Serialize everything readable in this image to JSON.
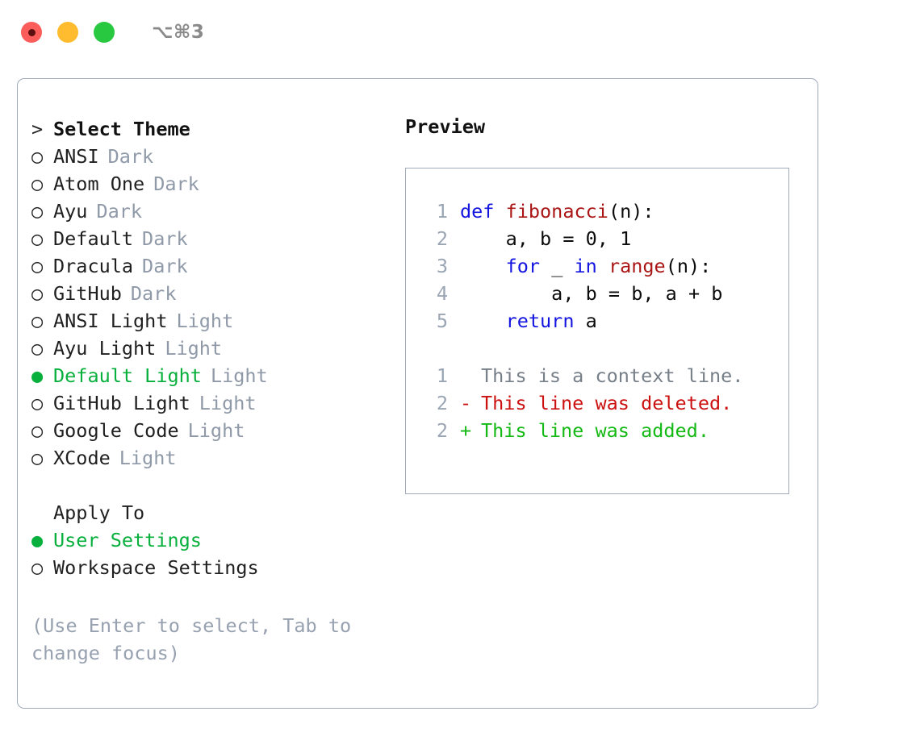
{
  "window": {
    "shortcut": "⌥⌘3",
    "traffic_lights": [
      "close",
      "minimize",
      "zoom"
    ],
    "accent_green": "#07b03c",
    "muted_gray": "#8f99a8",
    "border_color": "#9fabba"
  },
  "theme_picker": {
    "header_prefix": ">",
    "header_label": "Select Theme",
    "marker_unselected": "○",
    "marker_selected": "●",
    "themes": [
      {
        "name": "ANSI",
        "variant": "Dark",
        "selected": false
      },
      {
        "name": "Atom One",
        "variant": "Dark",
        "selected": false
      },
      {
        "name": "Ayu",
        "variant": "Dark",
        "selected": false
      },
      {
        "name": "Default",
        "variant": "Dark",
        "selected": false
      },
      {
        "name": "Dracula",
        "variant": "Dark",
        "selected": false
      },
      {
        "name": "GitHub",
        "variant": "Dark",
        "selected": false
      },
      {
        "name": "ANSI Light",
        "variant": "Light",
        "selected": false
      },
      {
        "name": "Ayu Light",
        "variant": "Light",
        "selected": false
      },
      {
        "name": "Default Light",
        "variant": "Light",
        "selected": true
      },
      {
        "name": "GitHub Light",
        "variant": "Light",
        "selected": false
      },
      {
        "name": "Google Code",
        "variant": "Light",
        "selected": false
      },
      {
        "name": "XCode",
        "variant": "Light",
        "selected": false
      }
    ]
  },
  "apply_to": {
    "section_label": "Apply To",
    "options": [
      {
        "label": "User Settings",
        "selected": true
      },
      {
        "label": "Workspace Settings",
        "selected": false
      }
    ]
  },
  "hint": {
    "line1": "(Use Enter to select, Tab to",
    "line2": "change focus)"
  },
  "preview": {
    "title": "Preview",
    "code_lines": [
      {
        "no": "1",
        "tokens": [
          {
            "t": "def ",
            "c": "kw"
          },
          {
            "t": "fibonacci",
            "c": "fn"
          },
          {
            "t": "(n):",
            "c": ""
          }
        ]
      },
      {
        "no": "2",
        "tokens": [
          {
            "t": "    a, b = 0, 1",
            "c": ""
          }
        ]
      },
      {
        "no": "3",
        "tokens": [
          {
            "t": "    ",
            "c": ""
          },
          {
            "t": "for",
            "c": "kw"
          },
          {
            "t": " _ ",
            "c": ""
          },
          {
            "t": "in",
            "c": "kw"
          },
          {
            "t": " ",
            "c": ""
          },
          {
            "t": "range",
            "c": "fn"
          },
          {
            "t": "(n):",
            "c": ""
          }
        ]
      },
      {
        "no": "4",
        "tokens": [
          {
            "t": "        a, b = b, a + b",
            "c": ""
          }
        ]
      },
      {
        "no": "5",
        "tokens": [
          {
            "t": "    ",
            "c": ""
          },
          {
            "t": "return",
            "c": "kw"
          },
          {
            "t": " a",
            "c": ""
          }
        ]
      }
    ],
    "diff_lines": [
      {
        "no": "1",
        "sign": " ",
        "text": "This is a context line.",
        "kind": "ctx"
      },
      {
        "no": "2",
        "sign": "-",
        "text": "This line was deleted.",
        "kind": "del"
      },
      {
        "no": "2",
        "sign": "+",
        "text": "This line was added.",
        "kind": "add"
      }
    ]
  }
}
